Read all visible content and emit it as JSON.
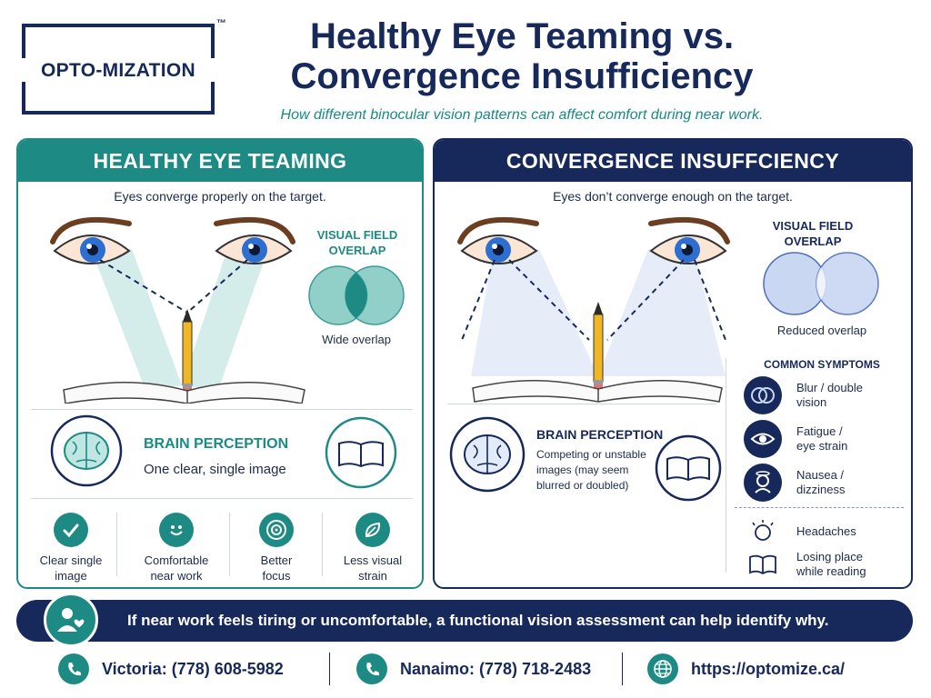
{
  "logo": {
    "text": "OPTO-MIZATION",
    "tm": "™"
  },
  "header": {
    "title_line1": "Healthy Eye Teaming vs.",
    "title_line2": "Convergence Insufficiency",
    "subtitle": "How different binocular vision patterns can affect comfort during near work."
  },
  "left": {
    "heading": "HEALTHY EYE TEAMING",
    "caption": "Eyes converge properly on the target.",
    "vf_title_line1": "VISUAL FIELD",
    "vf_title_line2": "OVERLAP",
    "vf_label": "Wide overlap",
    "brain_title": "BRAIN PERCEPTION",
    "brain_text": "One clear, single image",
    "benefits": [
      {
        "icon": "checkmark-icon",
        "line1": "Clear single",
        "line2": "image"
      },
      {
        "icon": "smile-icon",
        "line1": "Comfortable",
        "line2": "near work"
      },
      {
        "icon": "target-icon",
        "line1": "Better",
        "line2": "focus"
      },
      {
        "icon": "leaf-icon",
        "line1": "Less visual",
        "line2": "strain"
      }
    ]
  },
  "right": {
    "heading": "CONVERGENCE INSUFFCIENCY",
    "caption": "Eyes don’t converge enough on the target.",
    "vf_title_line1": "VISUAL FIELD",
    "vf_title_line2": "OVERLAP",
    "vf_label": "Reduced overlap",
    "brain_title": "BRAIN PERCEPTION",
    "brain_line1": "Competing or unstable",
    "brain_line2": "images (may seem",
    "brain_line3": "blurred or doubled)",
    "symptoms_title": "COMMON SYMPTOMS",
    "symptoms": [
      {
        "icon": "double-circle-icon",
        "line1": "Blur / double",
        "line2": "vision"
      },
      {
        "icon": "eye-icon",
        "line1": "Fatigue /",
        "line2": "eye strain"
      },
      {
        "icon": "dizzy-head-icon",
        "line1": "Nausea /",
        "line2": "dizziness"
      }
    ],
    "extra": [
      {
        "icon": "headache-icon",
        "line1": "Headaches",
        "line2": ""
      },
      {
        "icon": "book-icon",
        "line1": "Losing place",
        "line2": "while reading"
      }
    ]
  },
  "banner": {
    "text": "If near work feels tiring or uncomfortable, a functional vision assessment can help identify why."
  },
  "contacts": {
    "victoria": "Victoria: (778) 608-5982",
    "nanaimo": "Nanaimo: (778) 718-2483",
    "website": "https://optomize.ca/"
  },
  "colors": {
    "navy": "#16295a",
    "teal": "#1d8a84",
    "light_teal": "#8ecfc9",
    "light_blue": "#c9d7f2"
  }
}
